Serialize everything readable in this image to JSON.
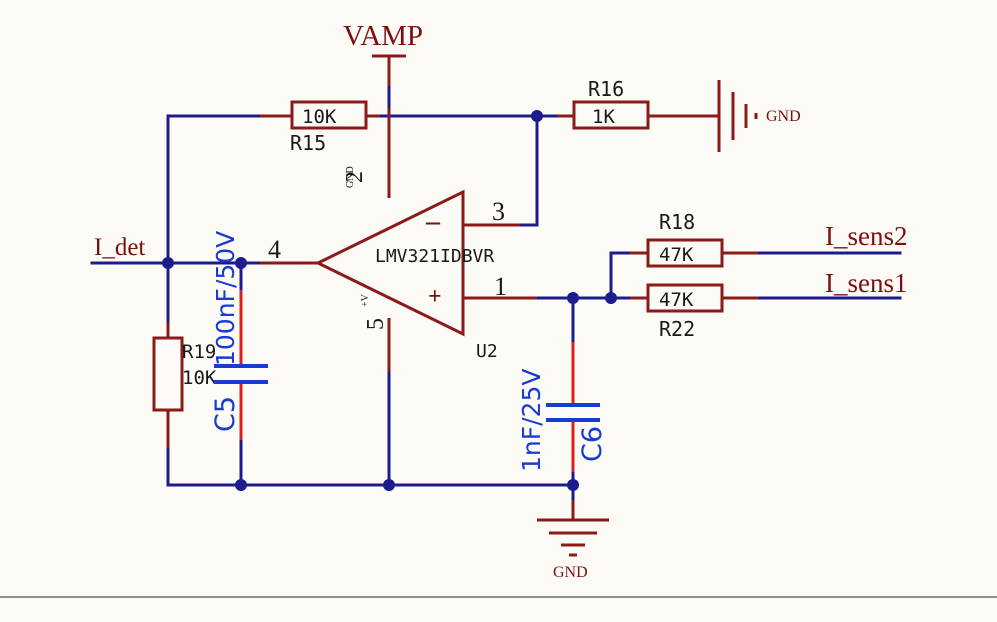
{
  "power": {
    "vamp": "VAMP",
    "gnd_right": "GND",
    "gnd_bottom": "GND"
  },
  "opamp": {
    "ref": "U2",
    "part": "LMV321IDBVR",
    "pin_out": "3",
    "pin_in": "4",
    "pin_minus_num": "1",
    "pin_top": "2",
    "pin_top_name": "GND",
    "pin_bottom": "5",
    "pin_bottom_name": "+V",
    "sign_minus": "–",
    "sign_plus": "+"
  },
  "r15": {
    "ref": "R15",
    "value": "10K"
  },
  "r16": {
    "ref": "R16",
    "value": "1K"
  },
  "r18": {
    "ref": "R18",
    "value": "47K"
  },
  "r22": {
    "ref": "R22",
    "value": "47K"
  },
  "r19": {
    "ref": "R19",
    "value": "10K"
  },
  "c5": {
    "ref": "C5",
    "value": "100nF/50V"
  },
  "c6": {
    "ref": "C6",
    "value": "1nF/25V"
  },
  "nets": {
    "i_det": "I_det",
    "i_sens2": "I_sens2",
    "i_sens1": "I_sens1"
  },
  "colors": {
    "wire": "#1c1c8c",
    "component": "#8b1a1a",
    "pin_highlight": "#e01e1e",
    "capacitor": "#1a3ad4",
    "background": "#fcfbf5"
  }
}
